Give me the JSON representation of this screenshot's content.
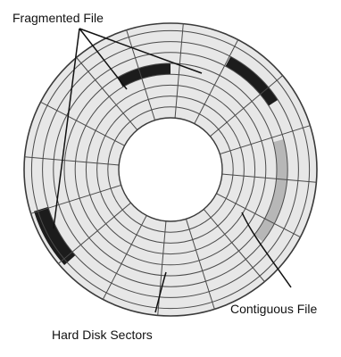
{
  "labels": {
    "fragmented_file": "Fragmented File",
    "contiguous_file": "Contiguous File",
    "hard_disk_sectors": "Hard Disk Sectors"
  },
  "colors": {
    "disk_fill": "#e7e7e7",
    "grid_line": "#4a4a4a",
    "fragmented_block": "#1c1c1c",
    "contiguous_block": "#b7b7b7",
    "hub_fill": "#ffffff"
  }
}
